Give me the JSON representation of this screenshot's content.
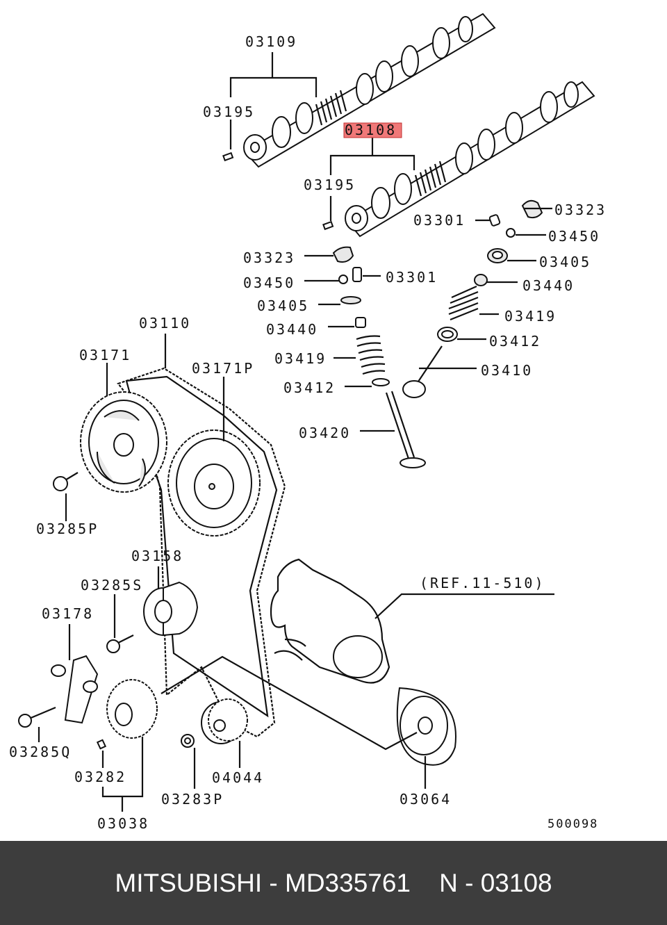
{
  "labels": {
    "l03109": "03109",
    "l03195a": "03195",
    "l03108": "03108",
    "l03195b": "03195",
    "l03323a": "03323",
    "l03301a": "03301",
    "l03450a": "03450",
    "l03405a": "03405",
    "l03440a": "03440",
    "l03419a": "03419",
    "l03412a": "03412",
    "l03410": "03410",
    "l03323b": "03323",
    "l03450b": "03450",
    "l03301b": "03301",
    "l03405b": "03405",
    "l03440b": "03440",
    "l03419b": "03419",
    "l03412b": "03412",
    "l03420": "03420",
    "l03110": "03110",
    "l03171": "03171",
    "l03171p": "03171P",
    "l03285p": "03285P",
    "l03158": "03158",
    "l03285s": "03285S",
    "ref": "(REF.11-510)",
    "l03178": "03178",
    "l03285q": "03285Q",
    "l03282": "03282",
    "l03038": "03038",
    "l03283p": "03283P",
    "l04044": "04044",
    "l03064": "03064",
    "code": "500098"
  },
  "highlight_color": "#f07878",
  "footer": {
    "text": "MITSUBISHI - MD335761    N - 03108"
  }
}
